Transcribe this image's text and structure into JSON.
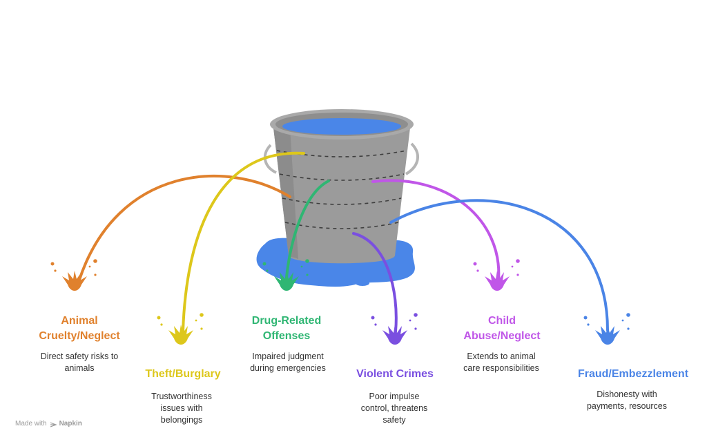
{
  "items": [
    {
      "title": "Animal\nCruelty/Neglect",
      "desc": "Direct safety risks to\nanimals",
      "color": "#E0812D"
    },
    {
      "title": "Theft/Burglary",
      "desc": "Trustworthiness\nissues with\nbelongings",
      "color": "#DDC71B"
    },
    {
      "title": "Drug-Related\nOffenses",
      "desc": "Impaired judgment\nduring emergencies",
      "color": "#2FB673"
    },
    {
      "title": "Violent Crimes",
      "desc": "Poor impulse\ncontrol, threatens\nsafety",
      "color": "#7A4FE0"
    },
    {
      "title": "Child\nAbuse/Neglect",
      "desc": "Extends to animal\ncare responsibilities",
      "color": "#C056E8"
    },
    {
      "title": "Fraud/Embezzlement",
      "desc": "Dishonesty with\npayments, resources",
      "color": "#4A84E6"
    }
  ],
  "footer": {
    "made_with": "Made with",
    "brand": "Napkin"
  }
}
